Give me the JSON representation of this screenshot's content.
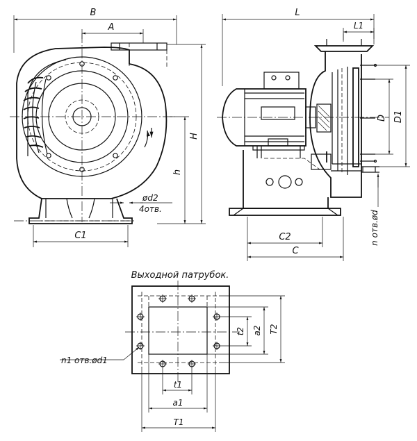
{
  "dims": {
    "B": "B",
    "A": "A",
    "L": "L",
    "L1": "L1",
    "H": "H",
    "h": "h",
    "D": "D",
    "D1": "D1",
    "C1": "C1",
    "C2": "C2",
    "C": "C",
    "d2": "ød2",
    "holes4": "4отв.",
    "n_holes": "n отв.ød",
    "t1": "t1",
    "a1": "a1",
    "T1": "T1",
    "t2": "t2",
    "a2": "a2",
    "T2": "T2",
    "n1_holes": "n1 отв.ød1"
  },
  "outlet_title": "Выходной патрубок."
}
